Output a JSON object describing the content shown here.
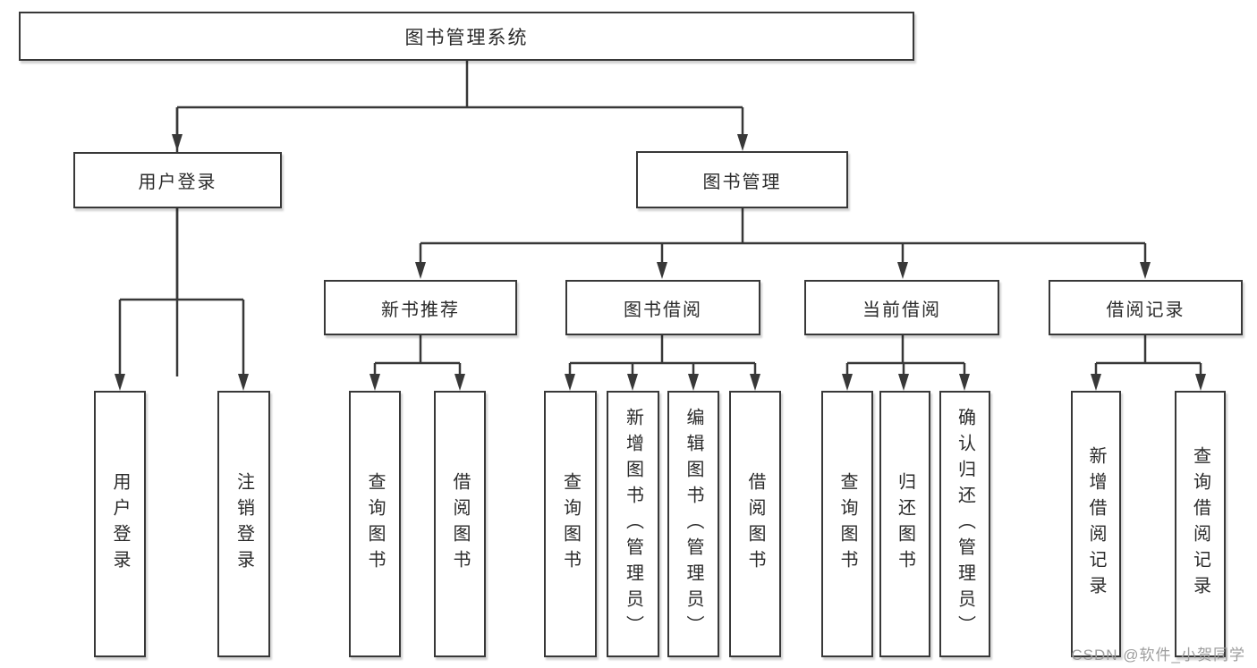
{
  "diagram_title": "图书管理系统",
  "colors": {
    "line": "#383838",
    "text": "#2b2b2b",
    "background": "#ffffff",
    "watermark": "#9d9d9d"
  },
  "tree": {
    "root": "图书管理系统",
    "branches": [
      {
        "label": "用户登录",
        "children": [
          {
            "label": "用户登录"
          },
          {
            "label": "注销登录"
          }
        ]
      },
      {
        "label": "图书管理",
        "groups": [
          {
            "label": "新书推荐",
            "children": [
              {
                "label": "查询图书"
              },
              {
                "label": "借阅图书"
              }
            ]
          },
          {
            "label": "图书借阅",
            "children": [
              {
                "label": "查询图书"
              },
              {
                "label": "新增图书（管理员）"
              },
              {
                "label": "编辑图书（管理员）"
              },
              {
                "label": "借阅图书"
              }
            ]
          },
          {
            "label": "当前借阅",
            "children": [
              {
                "label": "查询图书"
              },
              {
                "label": "归还图书"
              },
              {
                "label": "确认归还（管理员）"
              }
            ]
          },
          {
            "label": "借阅记录",
            "children": [
              {
                "label": "新增借阅记录"
              },
              {
                "label": "查询借阅记录"
              }
            ]
          }
        ]
      }
    ]
  },
  "watermark": {
    "text": "CSDN @软件_小贺同学"
  }
}
